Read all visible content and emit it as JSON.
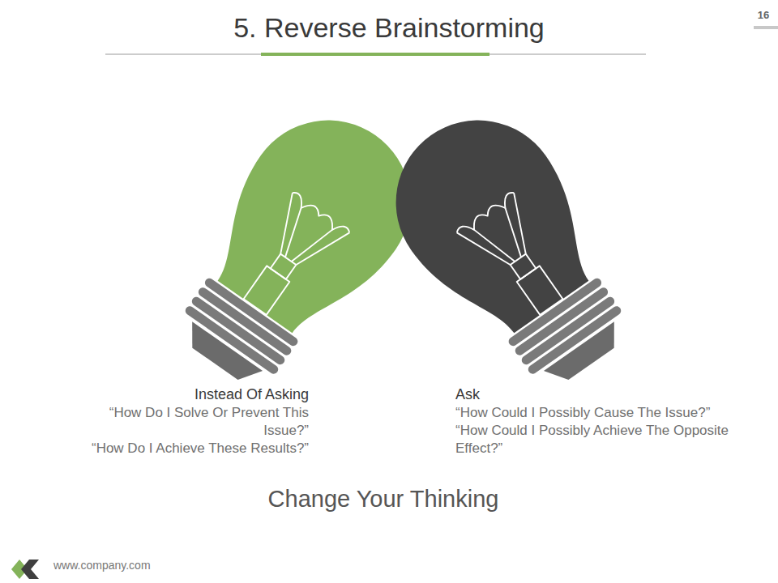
{
  "diagram": {
    "title": "5. Reverse Brainstorming",
    "caption": "Change Your Thinking",
    "nodes": [
      {
        "text": [
          "Instead Of Asking",
          "“How Do I Solve Or Prevent This Issue?”",
          "“How Do I Achieve These Results?”"
        ]
      },
      {
        "text": [
          "Ask",
          "“How Could I Possibly Cause The Issue?”",
          "“How Could I Possibly Achieve The Opposite Effect?”"
        ]
      }
    ],
    "labels": [
      "16",
      "www.company.com"
    ]
  }
}
